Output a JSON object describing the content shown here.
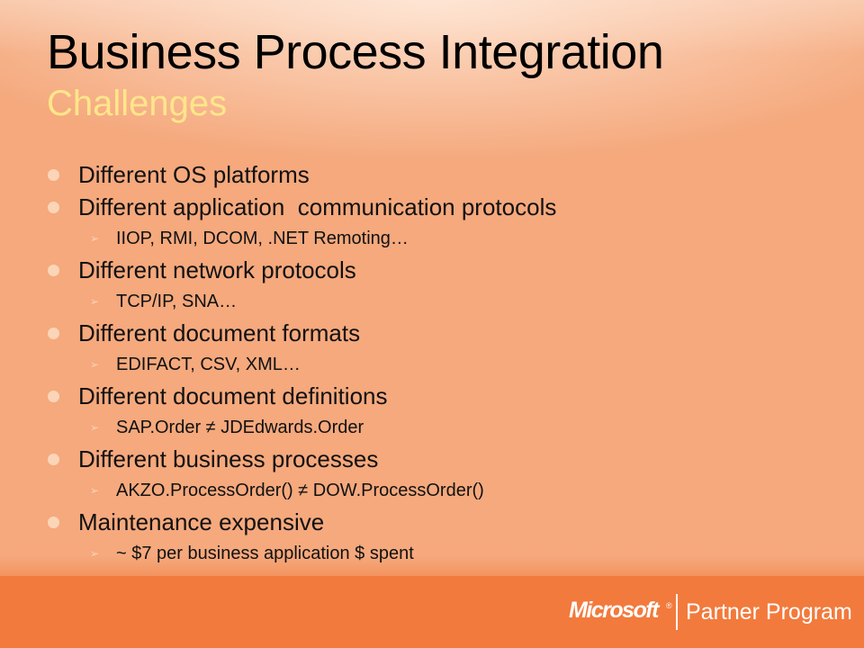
{
  "slide": {
    "title": "Business Process Integration",
    "subtitle": "Challenges",
    "bullets": [
      {
        "text": "Different OS platforms",
        "subs": []
      },
      {
        "text": "Different application  communication protocols",
        "subs": [
          "IIOP, RMI, DCOM, .NET Remoting…"
        ]
      },
      {
        "text": "Different network protocols",
        "subs": [
          "TCP/IP, SNA…"
        ]
      },
      {
        "text": "Different document formats",
        "subs": [
          "EDIFACT, CSV, XML…"
        ]
      },
      {
        "text": "Different document definitions",
        "subs": [
          "SAP.Order ≠ JDEdwards.Order"
        ]
      },
      {
        "text": "Different business processes",
        "subs": [
          "AKZO.ProcessOrder() ≠ DOW.ProcessOrder()"
        ]
      },
      {
        "text": "Maintenance expensive",
        "subs": [
          "~ $7 per business application $ spent"
        ]
      }
    ]
  },
  "footer": {
    "logo_text": "Microsoft",
    "logo_registered": "®",
    "program_text": "Partner Program"
  },
  "icons": {
    "bullet": "filled-circle-bullet-icon",
    "sub_bullet": "arrowhead-bullet-icon"
  },
  "colors": {
    "background": "#f5a97d",
    "footer_band": "#f27a3c",
    "title": "#000000",
    "subtitle": "#fde68a",
    "bullet": "#fbd5b8",
    "logo": "#ffffff"
  }
}
